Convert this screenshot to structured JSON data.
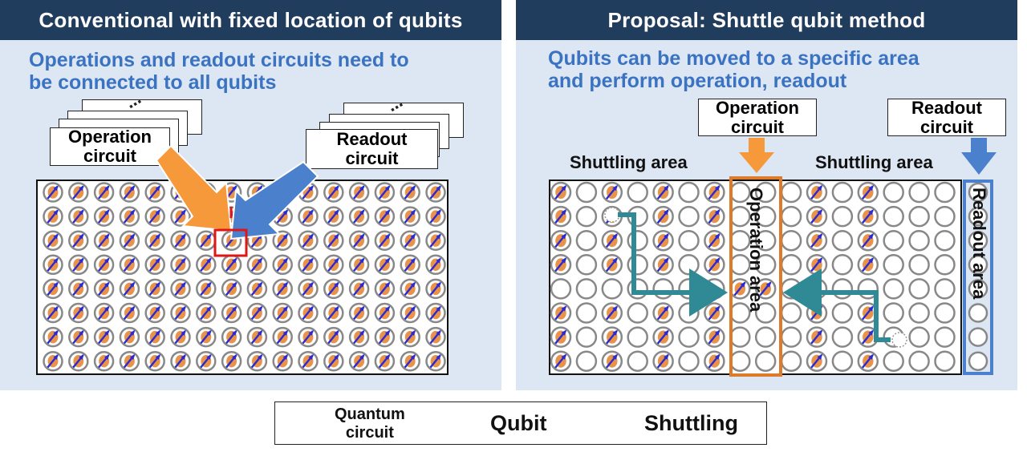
{
  "left_panel": {
    "title": "Conventional with fixed location of qubits",
    "subtitle_lines": [
      "Operations and readout circuits need to",
      "be connected to all qubits"
    ],
    "operation_circuit_lines": [
      "Operation",
      "circuit"
    ],
    "readout_circuit_lines": [
      "Readout",
      "circuit"
    ],
    "stack_ellipsis": "⋯",
    "grid": {
      "rows": 8,
      "cols": 16,
      "all_qubits": true
    }
  },
  "right_panel": {
    "title": "Proposal: Shuttle qubit method",
    "subtitle_lines": [
      "Qubits can be moved to a specific area",
      "and perform operation, readout"
    ],
    "operation_circuit_lines": [
      "Operation",
      "circuit"
    ],
    "readout_circuit_lines": [
      "Readout",
      "circuit"
    ],
    "shuttling_area_left": "Shuttling area",
    "shuttling_area_right": "Shuttling area",
    "operation_area": "Operation area",
    "readout_area": "Readout area",
    "grid": {
      "rows": 8,
      "cols": 16,
      "qubit_rows": [
        0,
        1,
        2,
        3,
        5,
        6,
        7
      ],
      "qubit_cols_even_pattern": true
    }
  },
  "legend": {
    "quantum_circuit_lines": [
      "Quantum",
      "circuit"
    ],
    "qubit": "Qubit",
    "shuttling": "Shuttling"
  },
  "colors": {
    "header_bg": "#213d5e",
    "panel_bg": "#dde6f3",
    "subtitle": "#3b73c3",
    "orange_arrow": "#f5993b",
    "blue_arrow": "#4a80cc",
    "shuttle_arrow": "#2f8a96",
    "operation_area_border": "#de7b2a",
    "readout_area_border": "#4a80cc",
    "highlight": "#e01616",
    "qubit_fill": "#e8924a",
    "qubit_arrow": "#2a2ad4",
    "circle_stroke": "#888888"
  }
}
